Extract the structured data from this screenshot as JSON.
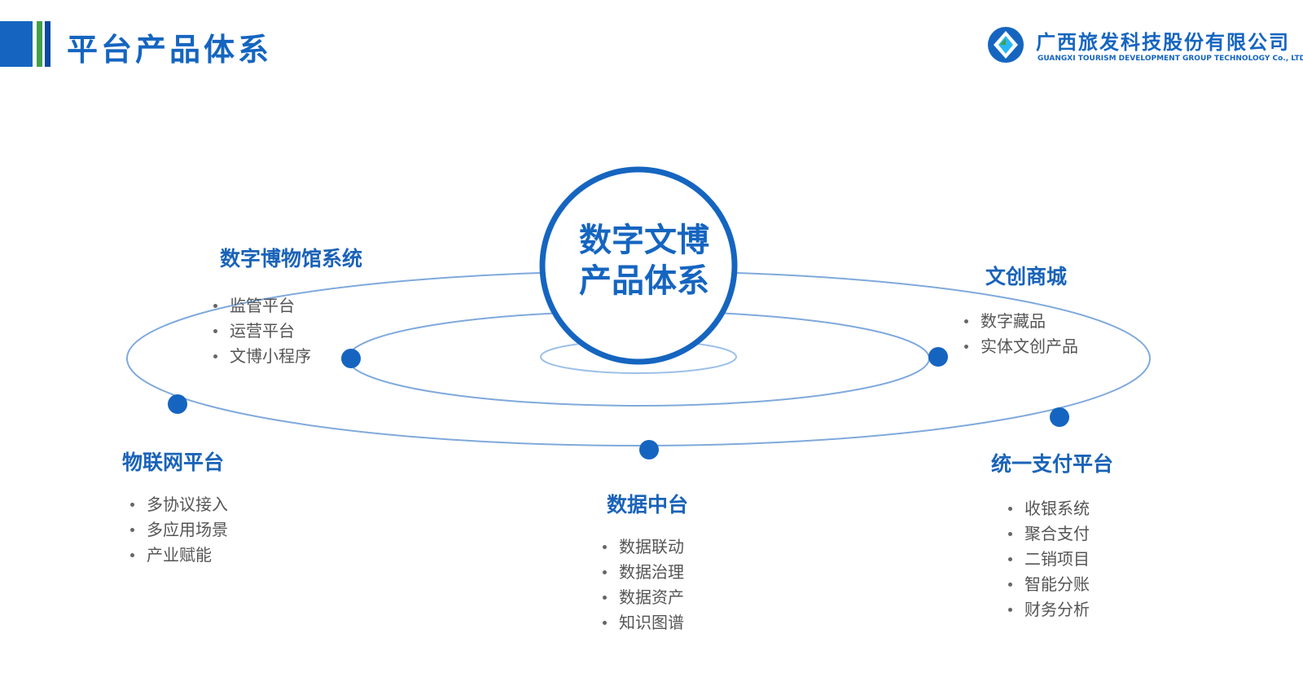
{
  "header": {
    "title": "平台产品体系",
    "brand_color": "#1565c0",
    "accent_green": "#43a047"
  },
  "logo": {
    "name_cn": "广西旅发科技股份有限公司",
    "name_en": "GUANGXI TOURISM DEVELOPMENT GROUP TECHNOLOGY Co., LTD"
  },
  "center": {
    "line1": "数字文博",
    "line2": "产品体系"
  },
  "nodes": {
    "museum": {
      "title": "数字博物馆系统",
      "items": [
        "监管平台",
        "运营平台",
        "文博小程序"
      ]
    },
    "shop": {
      "title": "文创商城",
      "items": [
        "数字藏品",
        "实体文创产品"
      ]
    },
    "iot": {
      "title": "物联网平台",
      "items": [
        "多协议接入",
        "多应用场景",
        "产业赋能"
      ]
    },
    "data": {
      "title": "数据中台",
      "items": [
        "数据联动",
        "数据治理",
        "数据资产",
        "知识图谱"
      ]
    },
    "payment": {
      "title": "统一支付平台",
      "items": [
        "收银系统",
        "聚合支付",
        "二销项目",
        "智能分账",
        "财务分析"
      ]
    }
  },
  "colors": {
    "node_dot": "#1565c0",
    "orbit_line": "#7fa9dc",
    "list_text": "#555555"
  }
}
